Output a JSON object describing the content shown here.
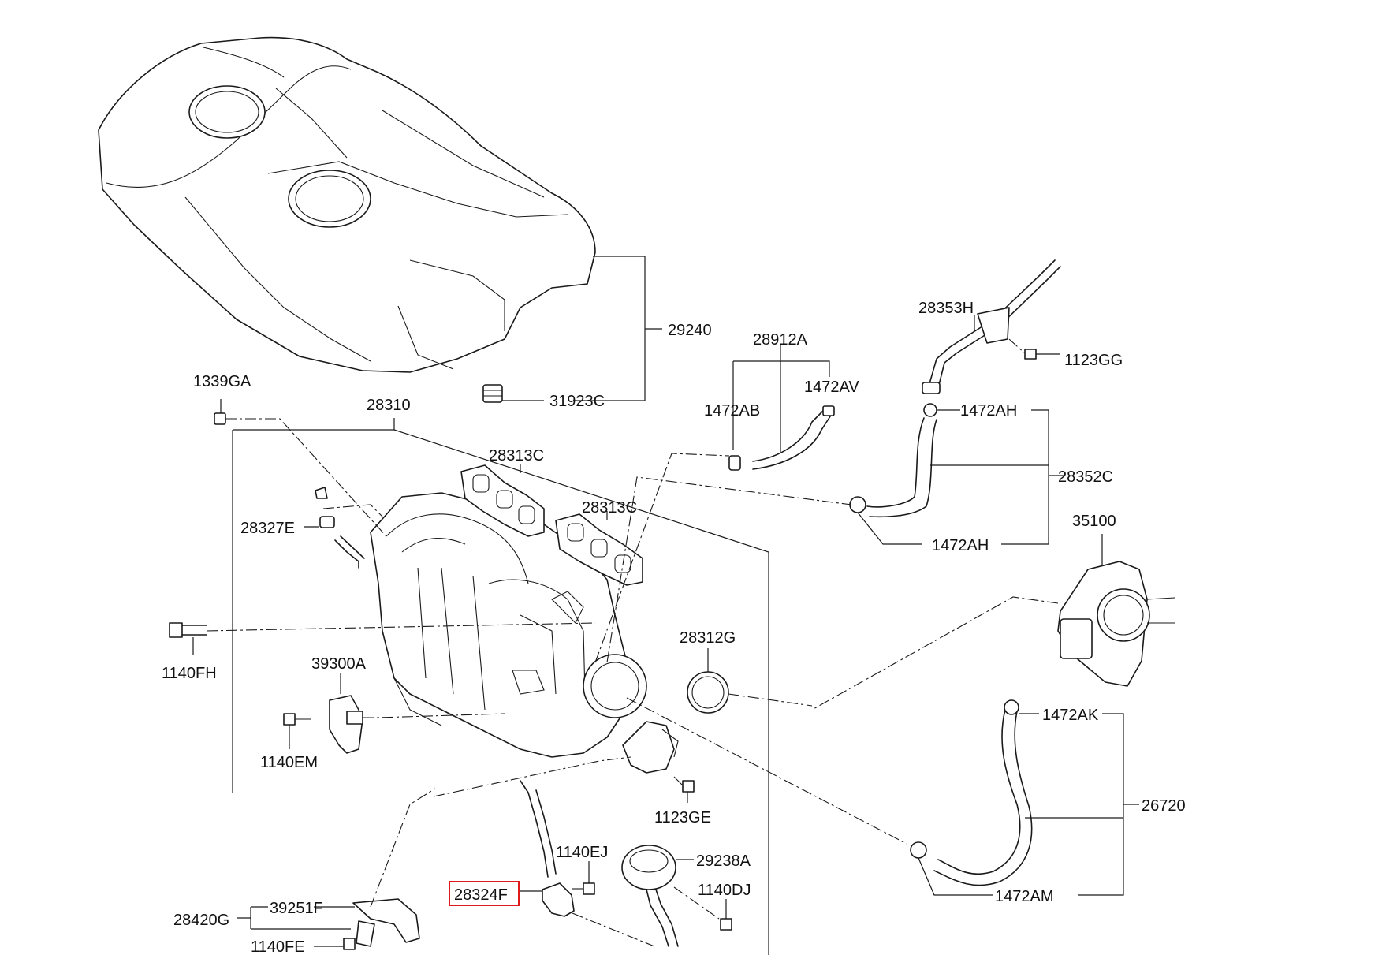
{
  "labels": {
    "p29240": "29240",
    "p31923C": "31923C",
    "p28912A": "28912A",
    "p1472AV": "1472AV",
    "p1472AB": "1472AB",
    "p28353H": "28353H",
    "p1123GG": "1123GG",
    "p1472AH_top": "1472AH",
    "p28352C": "28352C",
    "p1472AH_bottom": "1472AH",
    "p35100": "35100",
    "p1339GA": "1339GA",
    "p28310": "28310",
    "p28313C_a": "28313C",
    "p28313C_b": "28313C",
    "p28327E": "28327E",
    "p1140FH": "1140FH",
    "p28312G": "28312G",
    "p39300A": "39300A",
    "p1140EM": "1140EM",
    "p1472AK": "1472AK",
    "p26720": "26720",
    "p1123GE": "1123GE",
    "p1140EJ": "1140EJ",
    "p29238A": "29238A",
    "p28324F": "28324F",
    "p1140DJ": "1140DJ",
    "p1472AM": "1472AM",
    "p39251F": "39251F",
    "p28420G": "28420G",
    "p1140FE": "1140FE"
  },
  "highlight": {
    "part": "28324F",
    "color": "#e0191b"
  }
}
